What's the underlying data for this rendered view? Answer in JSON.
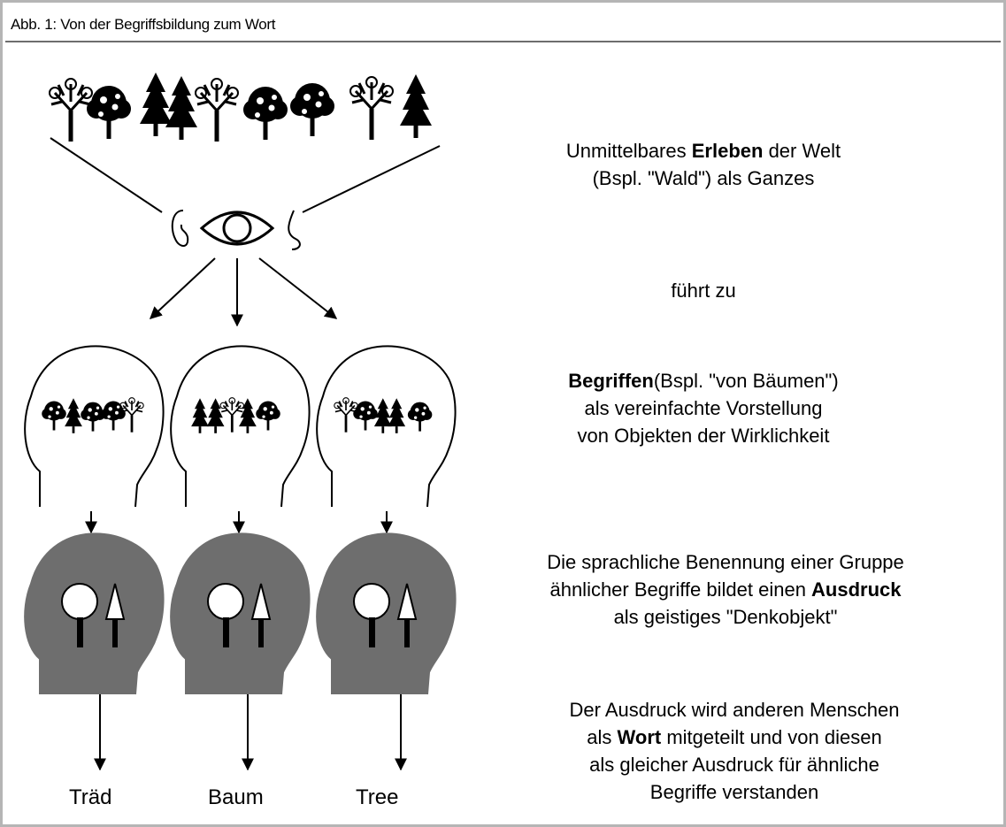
{
  "caption": "Abb. 1: Von der Begriffsbildung zum Wort",
  "step1": {
    "pre": "Unmittelbares ",
    "bold": "Erleben",
    "post": " der Welt",
    "line2": "(Bspl. \"Wald\") als Ganzes"
  },
  "step2": {
    "text": "führt zu"
  },
  "step3": {
    "bold": "Begriffen",
    "post": "(Bspl. \"von Bäumen\")",
    "line2": "als vereinfachte Vorstellung",
    "line3": "von Objekten der Wirklichkeit"
  },
  "step4": {
    "line1": "Die sprachliche Benennung einer Gruppe",
    "pre2": "ähnlicher Begriffe bildet einen ",
    "bold2": "Ausdruck",
    "line3": "als geistiges \"Denkobjekt\""
  },
  "step5": {
    "line1": "Der Ausdruck wird anderen Menschen",
    "pre2": "als ",
    "bold2": "Wort",
    "post2": " mitgeteilt und von diesen",
    "line3": "als gleicher Ausdruck für ähnliche",
    "line4": "Begriffe verstanden"
  },
  "words": [
    "Träd",
    "Baum",
    "Tree"
  ],
  "colors": {
    "head_fill": "#6e6e6e",
    "frame": "#b5b5b5"
  },
  "icons": [
    "tree-icon",
    "conifer-icon",
    "eye-icon",
    "ear-icon",
    "head-outline-icon",
    "head-filled-icon",
    "arrow-down-icon"
  ]
}
